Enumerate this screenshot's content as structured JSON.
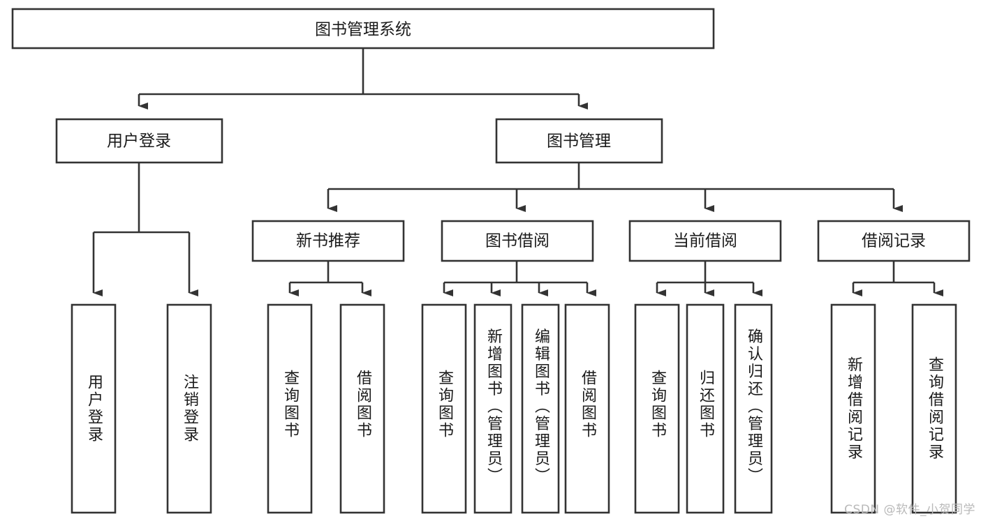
{
  "diagram": {
    "title": "图书管理系统",
    "type": "hierarchy-tree",
    "watermark": "CSDN @软件_小贺同学",
    "colors": {
      "box_stroke": "#333333",
      "box_fill": "#ffffff",
      "text": "#1a1a1a",
      "background": "#ffffff",
      "watermark": "#b9b9b9"
    },
    "levels": [
      {
        "level": 1,
        "nodes": [
          {
            "id": "root",
            "label": "图书管理系统",
            "orientation": "horizontal"
          }
        ]
      },
      {
        "level": 2,
        "nodes": [
          {
            "id": "user-login",
            "label": "用户登录",
            "orientation": "horizontal",
            "parent": "root"
          },
          {
            "id": "book-manage",
            "label": "图书管理",
            "orientation": "horizontal",
            "parent": "root"
          }
        ]
      },
      {
        "level": 3,
        "nodes": [
          {
            "id": "new-book-rec",
            "label": "新书推荐",
            "orientation": "horizontal",
            "parent": "book-manage"
          },
          {
            "id": "book-borrow",
            "label": "图书借阅",
            "orientation": "horizontal",
            "parent": "book-manage"
          },
          {
            "id": "current-borrow",
            "label": "当前借阅",
            "orientation": "horizontal",
            "parent": "book-manage"
          },
          {
            "id": "borrow-record",
            "label": "借阅记录",
            "orientation": "horizontal",
            "parent": "book-manage"
          }
        ]
      },
      {
        "level": 4,
        "nodes": [
          {
            "id": "leaf-user-login",
            "label": "用户登录",
            "orientation": "vertical",
            "parent": "user-login"
          },
          {
            "id": "leaf-logout",
            "label": "注销登录",
            "orientation": "vertical",
            "parent": "user-login"
          },
          {
            "id": "leaf-query-book-1",
            "label": "查询图书",
            "orientation": "vertical",
            "parent": "new-book-rec"
          },
          {
            "id": "leaf-borrow-book-1",
            "label": "借阅图书",
            "orientation": "vertical",
            "parent": "new-book-rec"
          },
          {
            "id": "leaf-query-book-2",
            "label": "查询图书",
            "orientation": "vertical",
            "parent": "book-borrow"
          },
          {
            "id": "leaf-add-book",
            "label": "新增图书（管理员）",
            "orientation": "vertical",
            "parent": "book-borrow"
          },
          {
            "id": "leaf-edit-book",
            "label": "编辑图书（管理员）",
            "orientation": "vertical",
            "parent": "book-borrow"
          },
          {
            "id": "leaf-borrow-book-2",
            "label": "借阅图书",
            "orientation": "vertical",
            "parent": "book-borrow"
          },
          {
            "id": "leaf-query-book-3",
            "label": "查询图书",
            "orientation": "vertical",
            "parent": "current-borrow"
          },
          {
            "id": "leaf-return-book",
            "label": "归还图书",
            "orientation": "vertical",
            "parent": "current-borrow"
          },
          {
            "id": "leaf-confirm-return",
            "label": "确认归还（管理员）",
            "orientation": "vertical",
            "parent": "current-borrow"
          },
          {
            "id": "leaf-add-record",
            "label": "新增借阅记录",
            "orientation": "vertical",
            "parent": "borrow-record"
          },
          {
            "id": "leaf-query-record",
            "label": "查询借阅记录",
            "orientation": "vertical",
            "parent": "borrow-record"
          }
        ]
      }
    ]
  }
}
